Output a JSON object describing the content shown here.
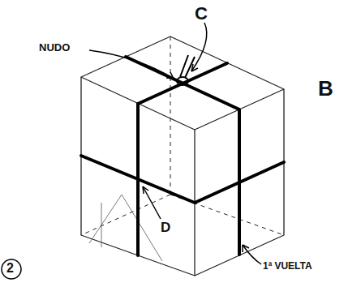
{
  "diagram": {
    "labels": [
      "C",
      "NUDO",
      "B",
      "D",
      "1ª VUELTA",
      "2"
    ]
  }
}
